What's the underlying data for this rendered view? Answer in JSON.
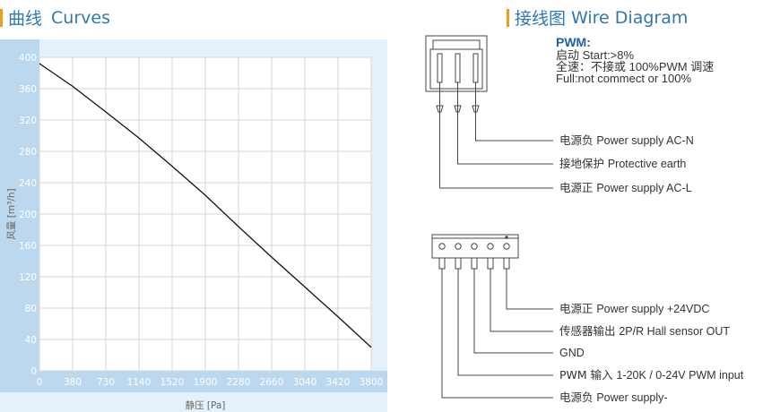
{
  "curves_title": {
    "zh": "曲线",
    "en": "Curves"
  },
  "wire_title": {
    "zh": "接线图",
    "en": "Wire Diagram"
  },
  "pwm": {
    "title": "PWM:",
    "line1": "启动 Start:>8%",
    "line2": "全速：不接或 100%PWM 调速",
    "line3": "Full:not commect or 100%"
  },
  "connector_top": {
    "labels": [
      {
        "zh": "电源负",
        "en": "Power supply AC-N"
      },
      {
        "zh": "接地保护",
        "en": "Protective earth"
      },
      {
        "zh": "电源正",
        "en": "Power  supply AC-L"
      }
    ]
  },
  "connector_bottom": {
    "labels": [
      {
        "zh": "电源正",
        "en": "Power supply +24VDC"
      },
      {
        "zh": "传感器输出",
        "en": "2P/R Hall sensor OUT"
      },
      {
        "zh": "",
        "en": "GND"
      },
      {
        "zh": "PWM 输入",
        "en": "1-20K / 0-24V PWM input"
      },
      {
        "zh": "电源负",
        "en": "Power supply-"
      }
    ]
  },
  "colors": {
    "accent_bar": "#f39c1f",
    "title_blue": "#2f77b5",
    "panel_bg": "#e4f0fa",
    "pwm_blue": "#1f5fa8"
  },
  "chart_data": {
    "type": "line",
    "title": "",
    "xlabel": "静压 [Pa]",
    "ylabel": "风量 [m³/h]",
    "x_ticks": [
      0,
      380,
      730,
      1140,
      1520,
      1900,
      2280,
      2660,
      3040,
      3420,
      3800
    ],
    "y_ticks": [
      0,
      40,
      80,
      120,
      160,
      200,
      240,
      280,
      320,
      360,
      400
    ],
    "xlim": [
      0,
      3800
    ],
    "ylim": [
      0,
      400
    ],
    "grid": true,
    "series": [
      {
        "x": [
          0,
          380,
          730,
          1140,
          1520,
          1900,
          2280,
          2660,
          3040,
          3420,
          3800
        ],
        "y": [
          392,
          363,
          333,
          297,
          261,
          224,
          184,
          145,
          107,
          69,
          30
        ]
      }
    ]
  }
}
